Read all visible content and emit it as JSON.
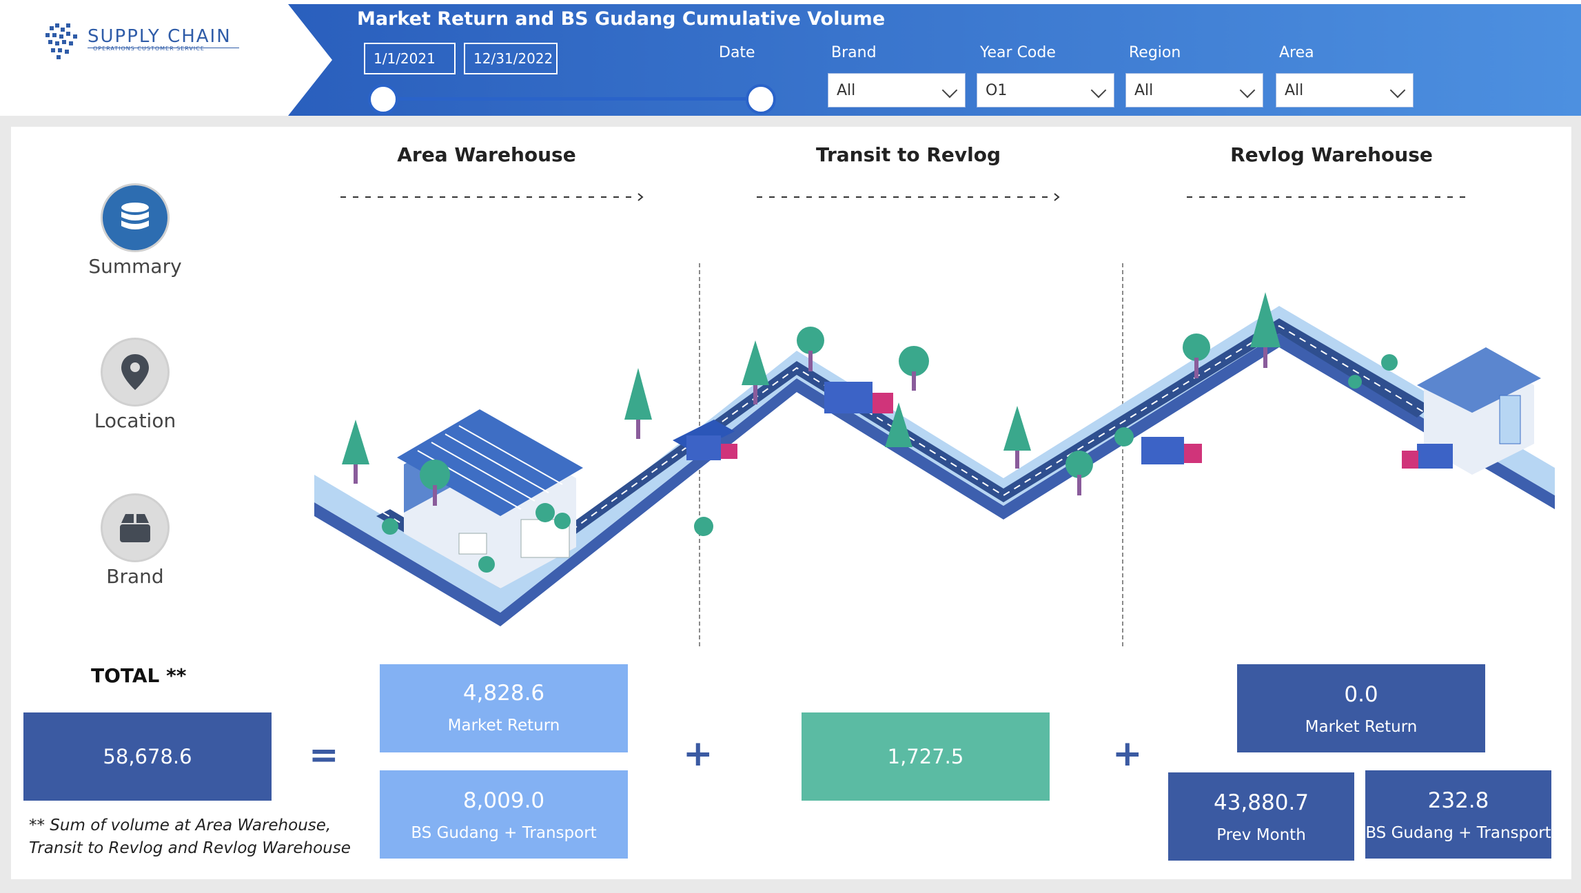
{
  "header": {
    "logo_text": "SUPPLY CHAIN",
    "logo_subtext": "OPERATIONS CUSTOMER SERVICE",
    "title": "Market Return and BS Gudang Cumulative Volume",
    "date_filter": {
      "label": "Date",
      "start": "1/1/2021",
      "end": "12/31/2022"
    },
    "filters": [
      {
        "label": "Brand",
        "value": "All"
      },
      {
        "label": "Year Code",
        "value": "O1"
      },
      {
        "label": "Region",
        "value": "All"
      },
      {
        "label": "Area",
        "value": "All"
      }
    ],
    "banner_color": "#2f67c6"
  },
  "nav": {
    "items": [
      {
        "label": "Summary",
        "icon": "database-icon",
        "active": true
      },
      {
        "label": "Location",
        "icon": "map-pin-icon",
        "active": false
      },
      {
        "label": "Brand",
        "icon": "box-icon",
        "active": false
      }
    ]
  },
  "stages": {
    "area_warehouse": "Area Warehouse",
    "transit": "Transit to Revlog",
    "revlog_warehouse": "Revlog Warehouse"
  },
  "kpis": {
    "total_label": "TOTAL **",
    "total_value": "58,678.6",
    "area_warehouse": {
      "market_return_value": "4,828.6",
      "market_return_label": "Market Return",
      "bs_value": "8,009.0",
      "bs_label": "BS Gudang + Transport"
    },
    "transit_value": "1,727.5",
    "revlog_warehouse": {
      "market_return_value": "0.0",
      "market_return_label": "Market Return",
      "prev_month_value": "43,880.7",
      "prev_month_label": "Prev Month",
      "bs_value": "232.8",
      "bs_label": "BS Gudang + Transport"
    },
    "operators": {
      "equals": "=",
      "plus": "+"
    },
    "colors": {
      "dark": "#3b5aa2",
      "light": "#83b1f3",
      "teal": "#5bbba3"
    }
  },
  "footnote": {
    "line1": "** Sum of volume at Area Warehouse,",
    "line2": "Transit to Revlog and Revlog Warehouse"
  }
}
